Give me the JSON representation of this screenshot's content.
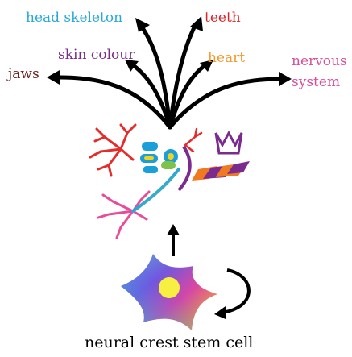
{
  "labels": {
    "head_skeleton": {
      "text": "head skeleton",
      "color": "#29a9d6"
    },
    "teeth": {
      "text": "teeth",
      "color": "#d7262b"
    },
    "skin_colour": {
      "text": "skin colour",
      "color": "#7a2c8c"
    },
    "heart": {
      "text": "heart",
      "color": "#f39a2a"
    },
    "jaws": {
      "text": "jaws",
      "color": "#6a1f1a"
    },
    "nervous_line1": {
      "text": "nervous",
      "color": "#d94f9b"
    },
    "nervous_line2": {
      "text": "system",
      "color": "#d94f9b"
    }
  },
  "caption": "neural crest stem cell",
  "colors": {
    "arrow": "#000000",
    "red_derivative": "#e62b2b",
    "pink_derivative": "#e84c98",
    "blue_derivative": "#1a9fd8",
    "yellow_derivative": "#f2d21e",
    "orange_derivative": "#f07a22",
    "purple_derivative": "#7b2a8d",
    "green_derivative": "#7ec24a"
  }
}
